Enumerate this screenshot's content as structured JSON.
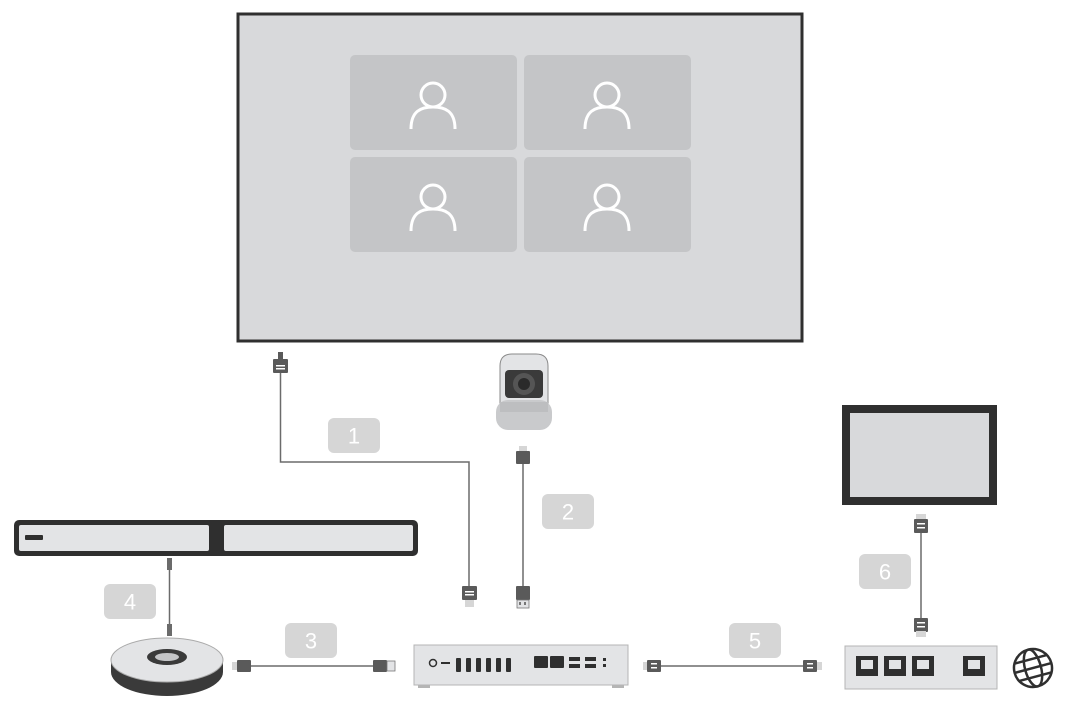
{
  "steps": {
    "s1": "1",
    "s2": "2",
    "s3": "3",
    "s4": "4",
    "s5": "5",
    "s6": "6"
  },
  "icons": {
    "participant": "person-outline-icon",
    "internet": "globe-icon"
  },
  "colors": {
    "device_outline": "#2f2f2f",
    "screen_fill": "#d8d9db",
    "tile_fill": "#c4c5c7",
    "badge_fill": "#d6d6d6",
    "cable": "#6b6b6b",
    "connector": "#5a5a5a",
    "light_device": "#e3e4e6"
  }
}
